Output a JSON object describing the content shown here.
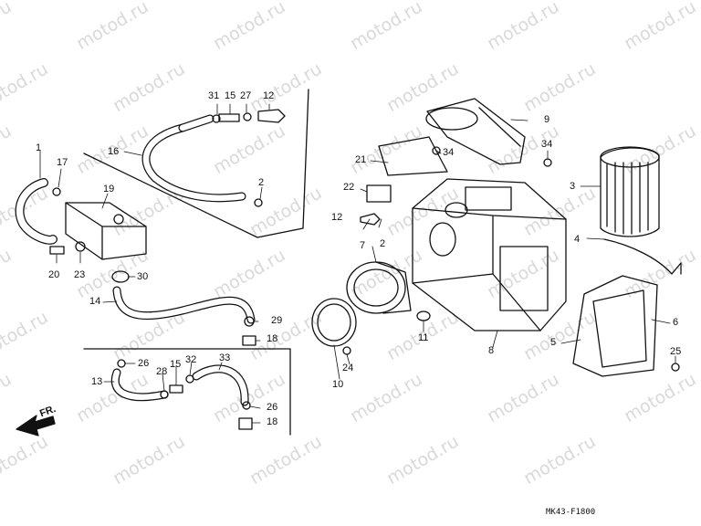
{
  "watermark": "motod.ru",
  "diagram_code": "MK43-F1800",
  "direction_label": "FR.",
  "callouts": [
    "1",
    "2",
    "3",
    "4",
    "5",
    "6",
    "7",
    "8",
    "9",
    "10",
    "11",
    "12",
    "13",
    "14",
    "15",
    "16",
    "17",
    "18",
    "19",
    "20",
    "21",
    "22",
    "23",
    "24",
    "25",
    "26",
    "27",
    "28",
    "29",
    "30",
    "31",
    "32",
    "33",
    "34"
  ],
  "colors": {
    "line": "#111111",
    "watermark": "#d9d9d9",
    "background": "#ffffff"
  }
}
